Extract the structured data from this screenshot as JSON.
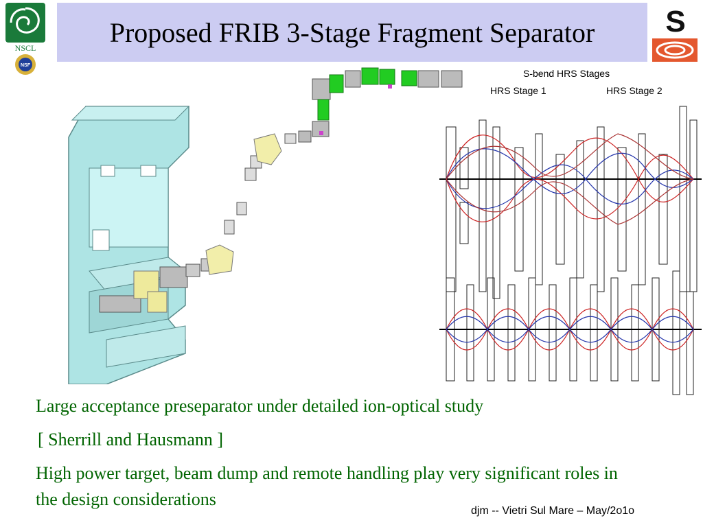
{
  "slide": {
    "title": "Proposed FRIB 3-Stage Fragment Separator",
    "logos": {
      "left_logo_text": "NSCL",
      "left_seal_text": "NSF",
      "right_logo_letter": "S"
    },
    "figure_labels": {
      "sbend": "S-bend HRS Stages",
      "stage1": "HRS Stage 1",
      "stage2": "HRS Stage 2"
    },
    "bullets": [
      "Large acceptance preseparator under detailed ion-optical study",
      "[ Sherrill and Hausmann ]",
      "High power target, beam dump and remote handling play very significant roles in the design considerations"
    ],
    "footer": "djm  -- Vietri Sul Mare – May/2o1o",
    "colors": {
      "title_bg": "#ccccf2",
      "bullet_text": "#006400",
      "trace_red": "#cc2222",
      "trace_blue": "#2233aa",
      "building": "#aee4e4",
      "magnet_green": "#22cc22",
      "dipole_yellow": "#f2eeaa"
    }
  }
}
